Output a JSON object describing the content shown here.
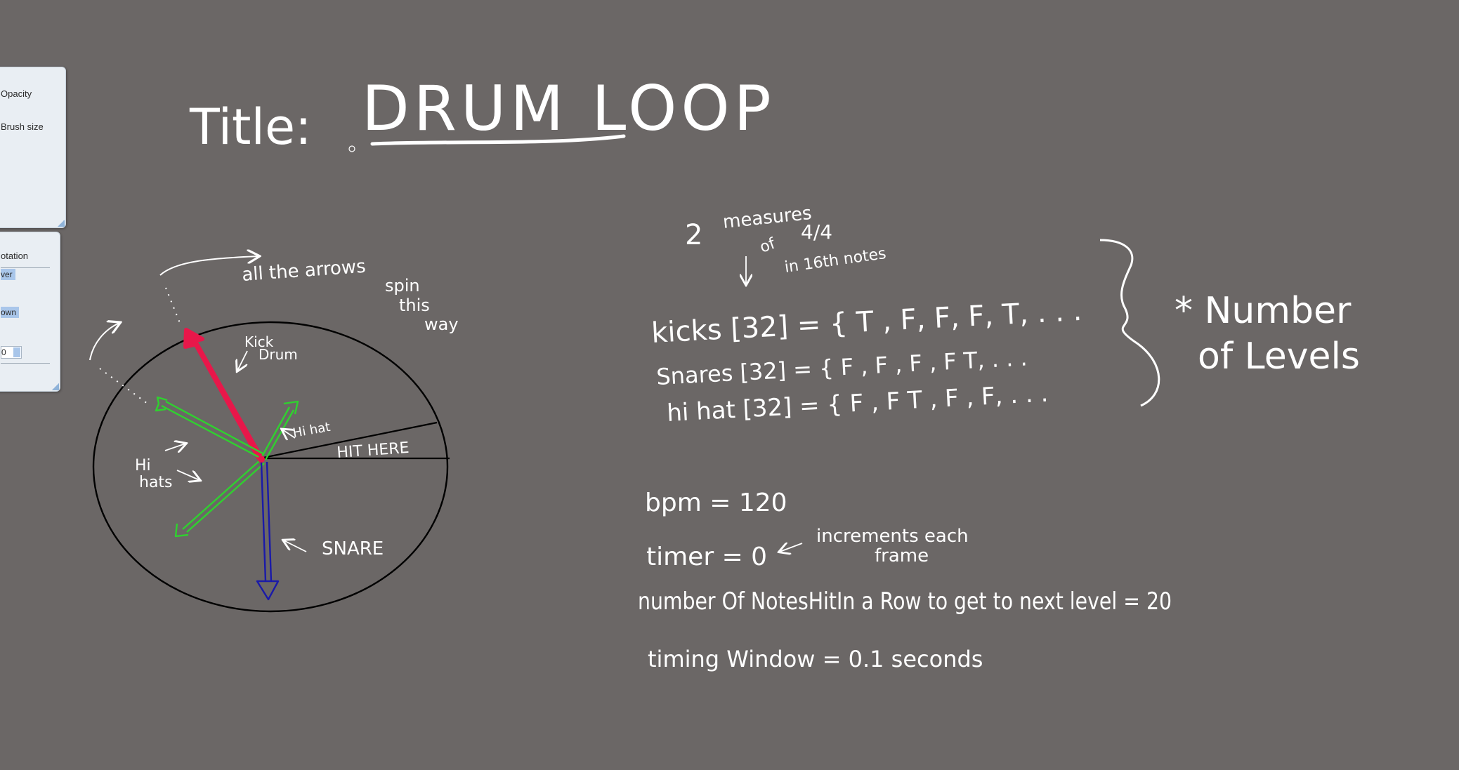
{
  "panels": {
    "brush": {
      "opacity_label": "Opacity",
      "brush_size_label": "Brush size"
    },
    "rotation": {
      "title": "otation",
      "option_1": "ver",
      "option_2": "own",
      "value": "0"
    }
  },
  "drawing": {
    "title_label": "Title:",
    "title_text": "DRUM LOOP",
    "circle_notes": {
      "spin_top": "all the arrows",
      "spin_right_1": "spin",
      "spin_right_2": "this",
      "spin_right_3": "way",
      "kick_1": "Kick",
      "kick_2": "Drum",
      "hihat": "Hi hat",
      "hit_here": "HIT HERE",
      "hihats_1": "Hi",
      "hihats_2": "hats",
      "snare": "SNARE"
    },
    "notes": {
      "measures_1": "2",
      "measures_2": "measures",
      "measures_of": "of",
      "time_sig": "4/4",
      "in_16th": "in 16th notes",
      "kicks": "kicks [32] = { T , F, F, F, T,  . . .",
      "snares": "Snares  [32] = { F ,  F , F , F   T,  . . .",
      "hihat": "hi hat  [32] = { F ,  F   T , F , F,  . . .",
      "levels_1": "* Number",
      "levels_2": "of Levels",
      "bpm": "bpm = 120",
      "timer": "timer = 0",
      "increments_1": "increments each",
      "increments_2": "frame",
      "notes_row": "number Of NotesHitIn a Row to get  to next level =  20",
      "timing": "timing Window = 0.1  seconds"
    }
  },
  "colors": {
    "background": "#6b6766",
    "ink": "#ffffff",
    "circle": "#000000",
    "kick_arrow": "#e8174a",
    "hihat_arrow": "#2fd12f",
    "snare_arrow": "#1a1aa8",
    "panel": "#e9eef3",
    "selection": "#a9c6ea"
  }
}
